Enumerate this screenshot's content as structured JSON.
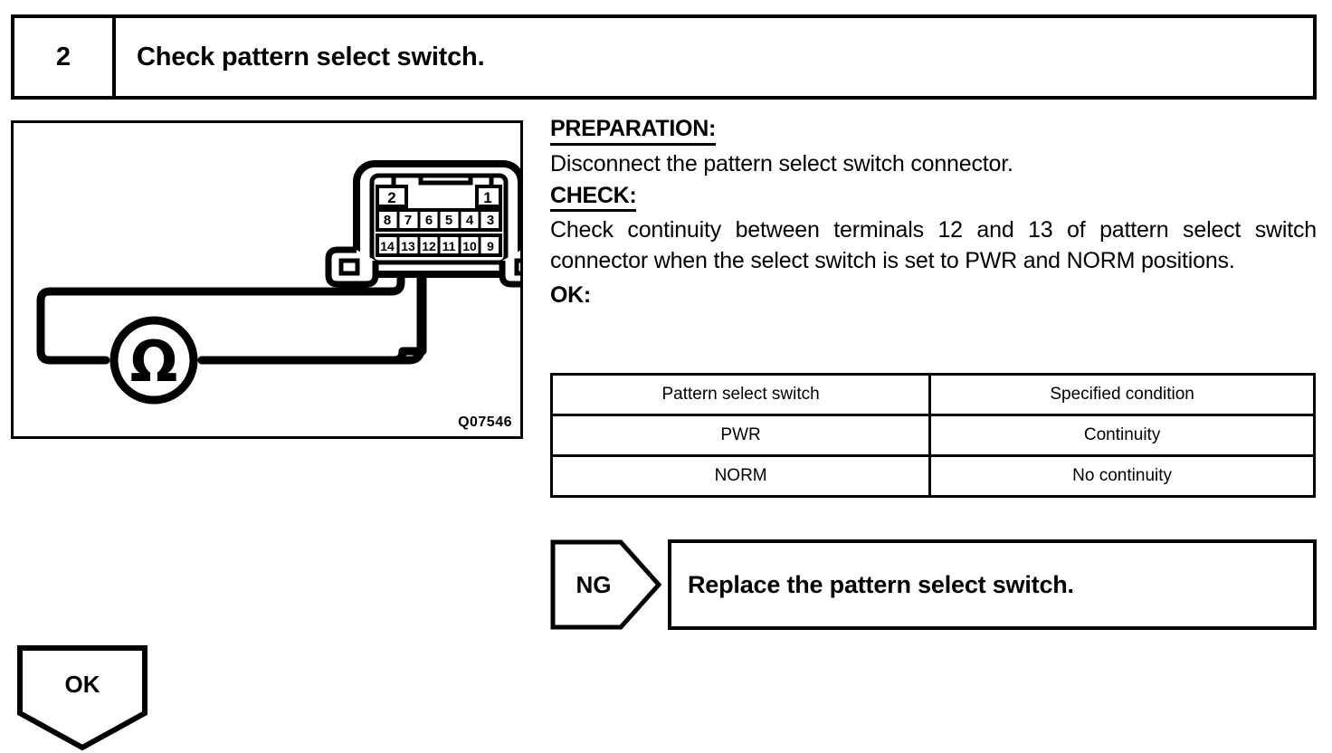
{
  "step": {
    "number": "2",
    "title": "Check pattern select switch."
  },
  "figure": {
    "code": "Q07546",
    "meter_symbol": "Ω",
    "connector": {
      "top_row_labels": [
        "2",
        "1"
      ],
      "middle_row_pins": [
        "8",
        "7",
        "6",
        "5",
        "4",
        "3"
      ],
      "bottom_row_pins": [
        "14",
        "13",
        "12",
        "11",
        "10",
        "9"
      ],
      "probed_pins": [
        "13",
        "12"
      ]
    }
  },
  "instructions": {
    "preparation_heading": "PREPARATION:",
    "preparation_text": "Disconnect the pattern select switch connector.",
    "check_heading": "CHECK:",
    "check_text": "Check continuity between terminals 12 and 13 of pattern select switch connector when the select switch is set to PWR and NORM positions.",
    "ok_heading": "OK:"
  },
  "spec_table": {
    "headers": [
      "Pattern select switch",
      "Specified condition"
    ],
    "rows": [
      [
        "PWR",
        "Continuity"
      ],
      [
        "NORM",
        "No continuity"
      ]
    ]
  },
  "results": {
    "ng_label": "NG",
    "ng_action": "Replace the pattern select switch.",
    "ok_label": "OK"
  },
  "colors": {
    "ink": "#000000",
    "paper": "#ffffff"
  }
}
